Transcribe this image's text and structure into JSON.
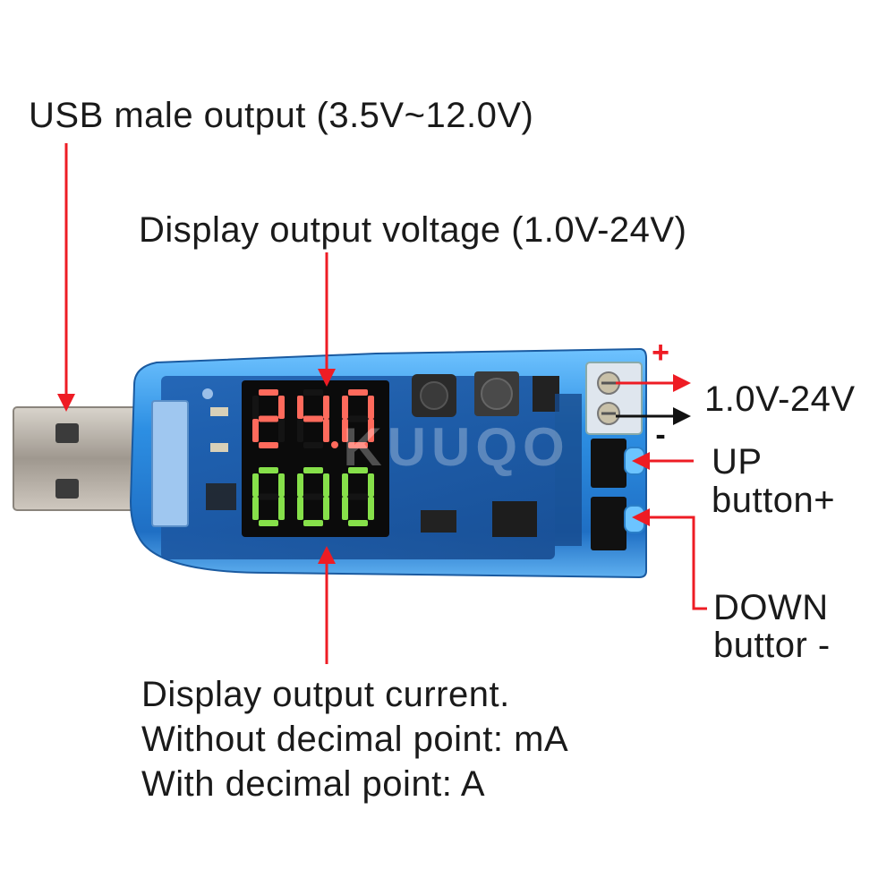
{
  "labels": {
    "usb_output": "USB male output (3.5V~12.0V)",
    "display_voltage": "Display output voltage (1.0V-24V)",
    "terminal_range": "1.0V-24V",
    "plus_sign": "+",
    "minus_sign": "-",
    "up_line1": "UP",
    "up_line2": "button+",
    "down_line1": "DOWN",
    "down_line2": "buttor -",
    "current_line1": "Display output current.",
    "current_line2": "Without decimal point: mA",
    "current_line3": "With decimal point: A"
  },
  "display": {
    "voltage_reading": "24.0",
    "current_reading": "000"
  },
  "watermark": "KUUQO",
  "colors": {
    "arrow_red": "#ee1c24",
    "arrow_black": "#111111",
    "case_blue": "#2c8fe0",
    "voltage_digits": "#ff6a5c",
    "current_digits": "#86e04a"
  }
}
